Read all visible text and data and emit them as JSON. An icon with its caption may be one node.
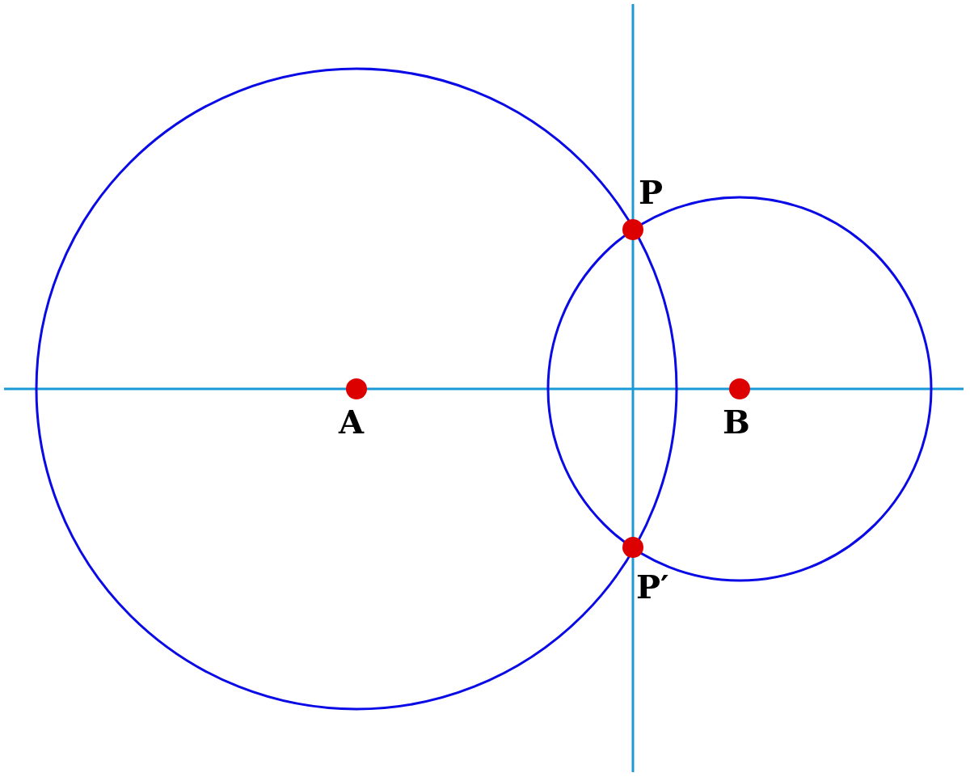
{
  "diagram": {
    "labels": [
      "P",
      "A",
      "B",
      "P′"
    ]
  }
}
